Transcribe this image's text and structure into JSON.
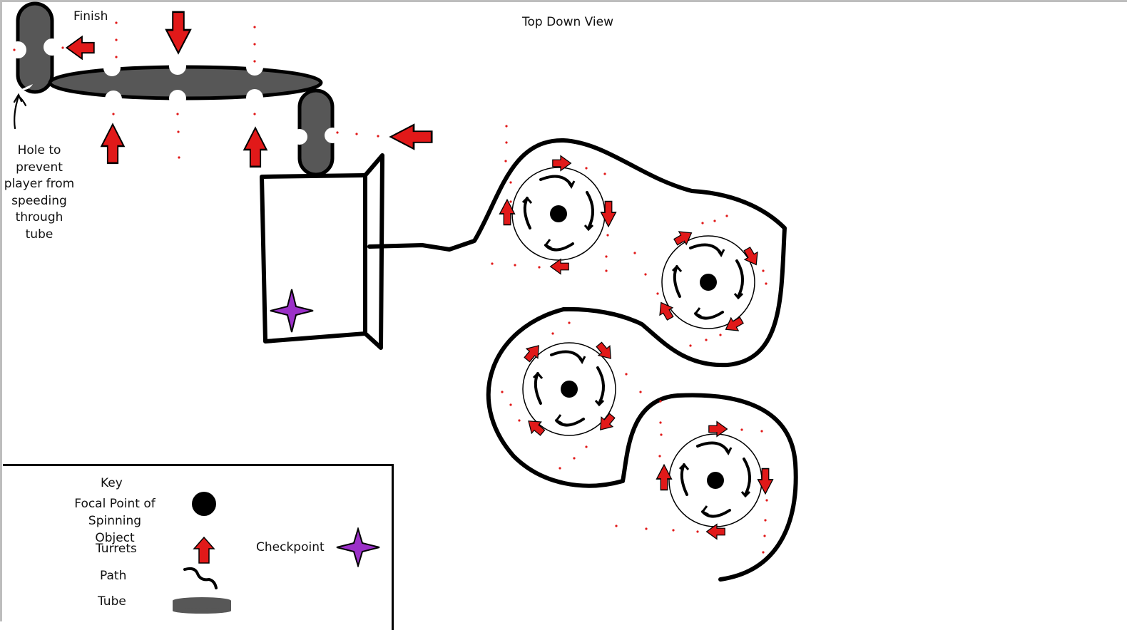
{
  "labels": {
    "title": "Top Down View",
    "finish": "Finish",
    "hole_note": "Hole to prevent player from speeding through tube"
  },
  "key": {
    "heading": "Key",
    "focal_point": "Focal Point of Spinning Object",
    "turrets": "Turrets",
    "checkpoint": "Checkpoint",
    "path": "Path",
    "tube": "Tube"
  },
  "colors": {
    "turret_red": "#e11919",
    "checkpoint_purple": "#9b30c8",
    "tube_gray": "#575757",
    "ink": "#000000",
    "laser_dot": "#e11919"
  },
  "icons": {
    "focal_point": "black-dot-icon",
    "turret": "red-arrow-icon",
    "checkpoint": "purple-star-icon",
    "path": "squiggle-line-icon",
    "tube": "gray-capsule-icon"
  }
}
